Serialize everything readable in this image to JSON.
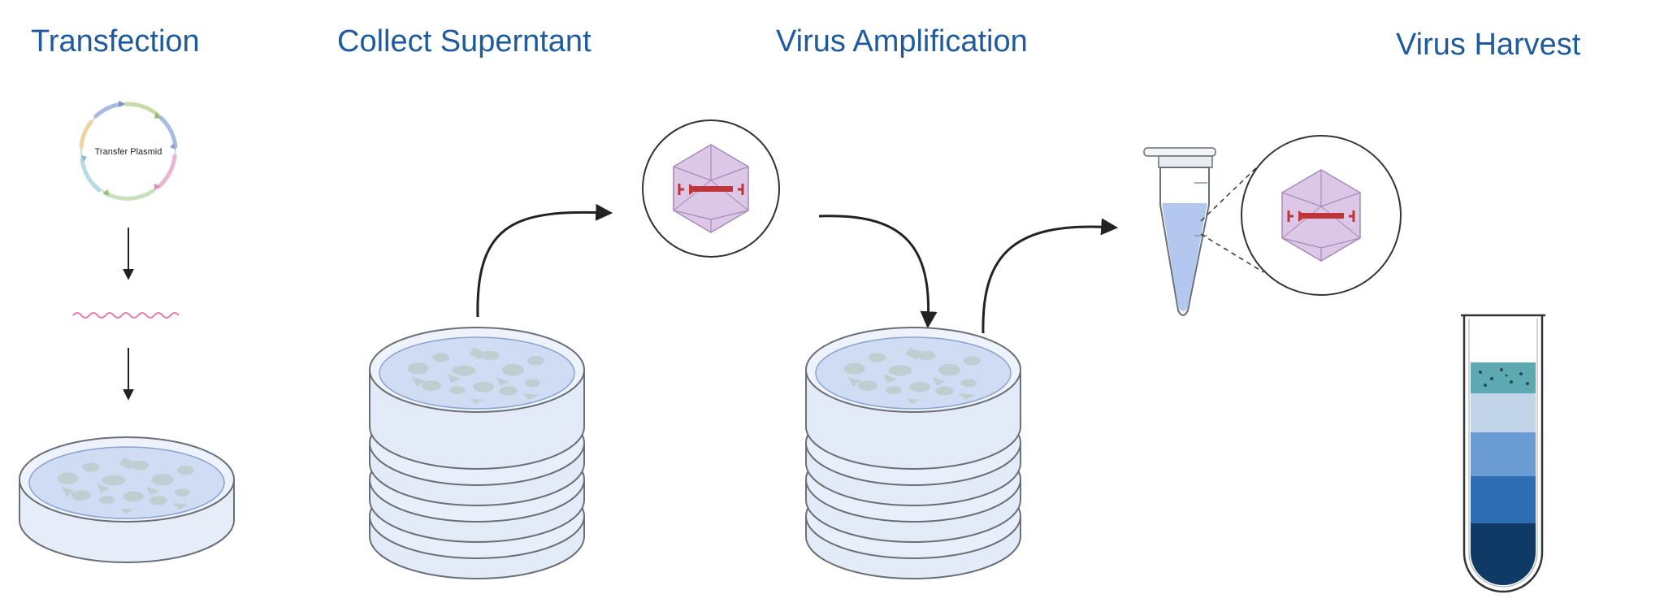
{
  "stages": {
    "transfection": "Transfection",
    "collect": "Collect Superntant",
    "amplification": "Virus Amplification",
    "harvest": "Virus Harvest"
  },
  "plasmid": {
    "label": "Transfer Plasmid"
  },
  "colors": {
    "title": "#1f5b9c",
    "arrow": "#222222",
    "dish_rim": "#6b6f76",
    "dish_fill": "#e3ebf8",
    "medium": "#cfdcf3",
    "cells": "#b9cbc6",
    "capsid": "#dcc7e6",
    "genome": "#c0353a",
    "rna": "#e57ab0",
    "gradient_layers": [
      "#5ea9b1",
      "#c1d4e8",
      "#6a9bd3",
      "#2f6db2",
      "#0f3a66"
    ]
  },
  "icons": {
    "plasmid": "transfer-plasmid-icon",
    "rna": "rna-strand-icon",
    "dish": "petri-dish-icon",
    "virus": "virus-particle-icon",
    "tube": "microcentrifuge-tube-icon",
    "gradient": "density-gradient-tube-icon"
  }
}
